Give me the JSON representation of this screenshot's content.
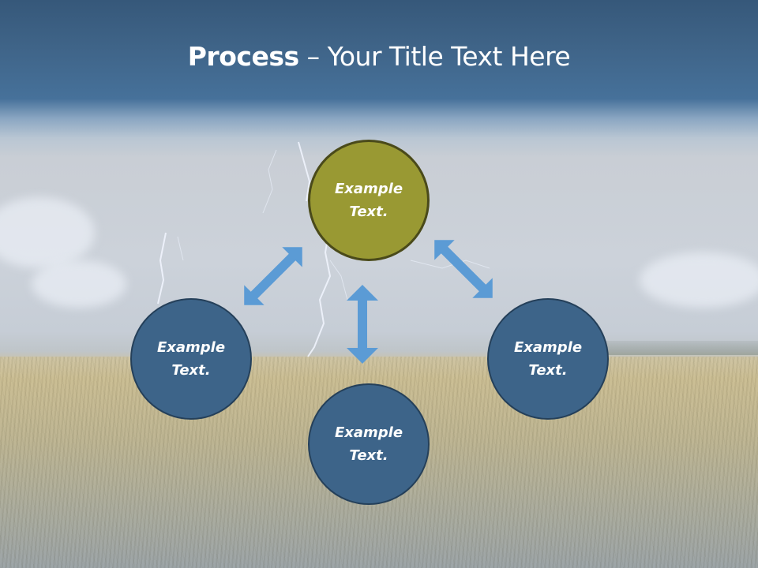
{
  "slide": {
    "title_bold": "Process",
    "title_rest": " – Your Title Text Here",
    "background": "stormy sky with lightning over wheat field",
    "colors": {
      "header": "#3f6488",
      "top_node_fill": "#999933",
      "top_node_border": "#4a4a1a",
      "node_fill": "#3d6489",
      "node_border": "#25405a",
      "arrow": "#5b9bd5",
      "text": "#ffffff"
    }
  },
  "diagram": {
    "nodes": [
      {
        "id": "top",
        "label_line1": "Example",
        "label_line2": "Text."
      },
      {
        "id": "left",
        "label_line1": "Example",
        "label_line2": "Text."
      },
      {
        "id": "bottom",
        "label_line1": "Example",
        "label_line2": "Text."
      },
      {
        "id": "right",
        "label_line1": "Example",
        "label_line2": "Text."
      }
    ],
    "arrows": [
      {
        "from": "left",
        "to": "top",
        "type": "double-headed"
      },
      {
        "from": "top",
        "to": "bottom",
        "type": "double-headed"
      },
      {
        "from": "top",
        "to": "right",
        "type": "double-headed"
      }
    ]
  }
}
